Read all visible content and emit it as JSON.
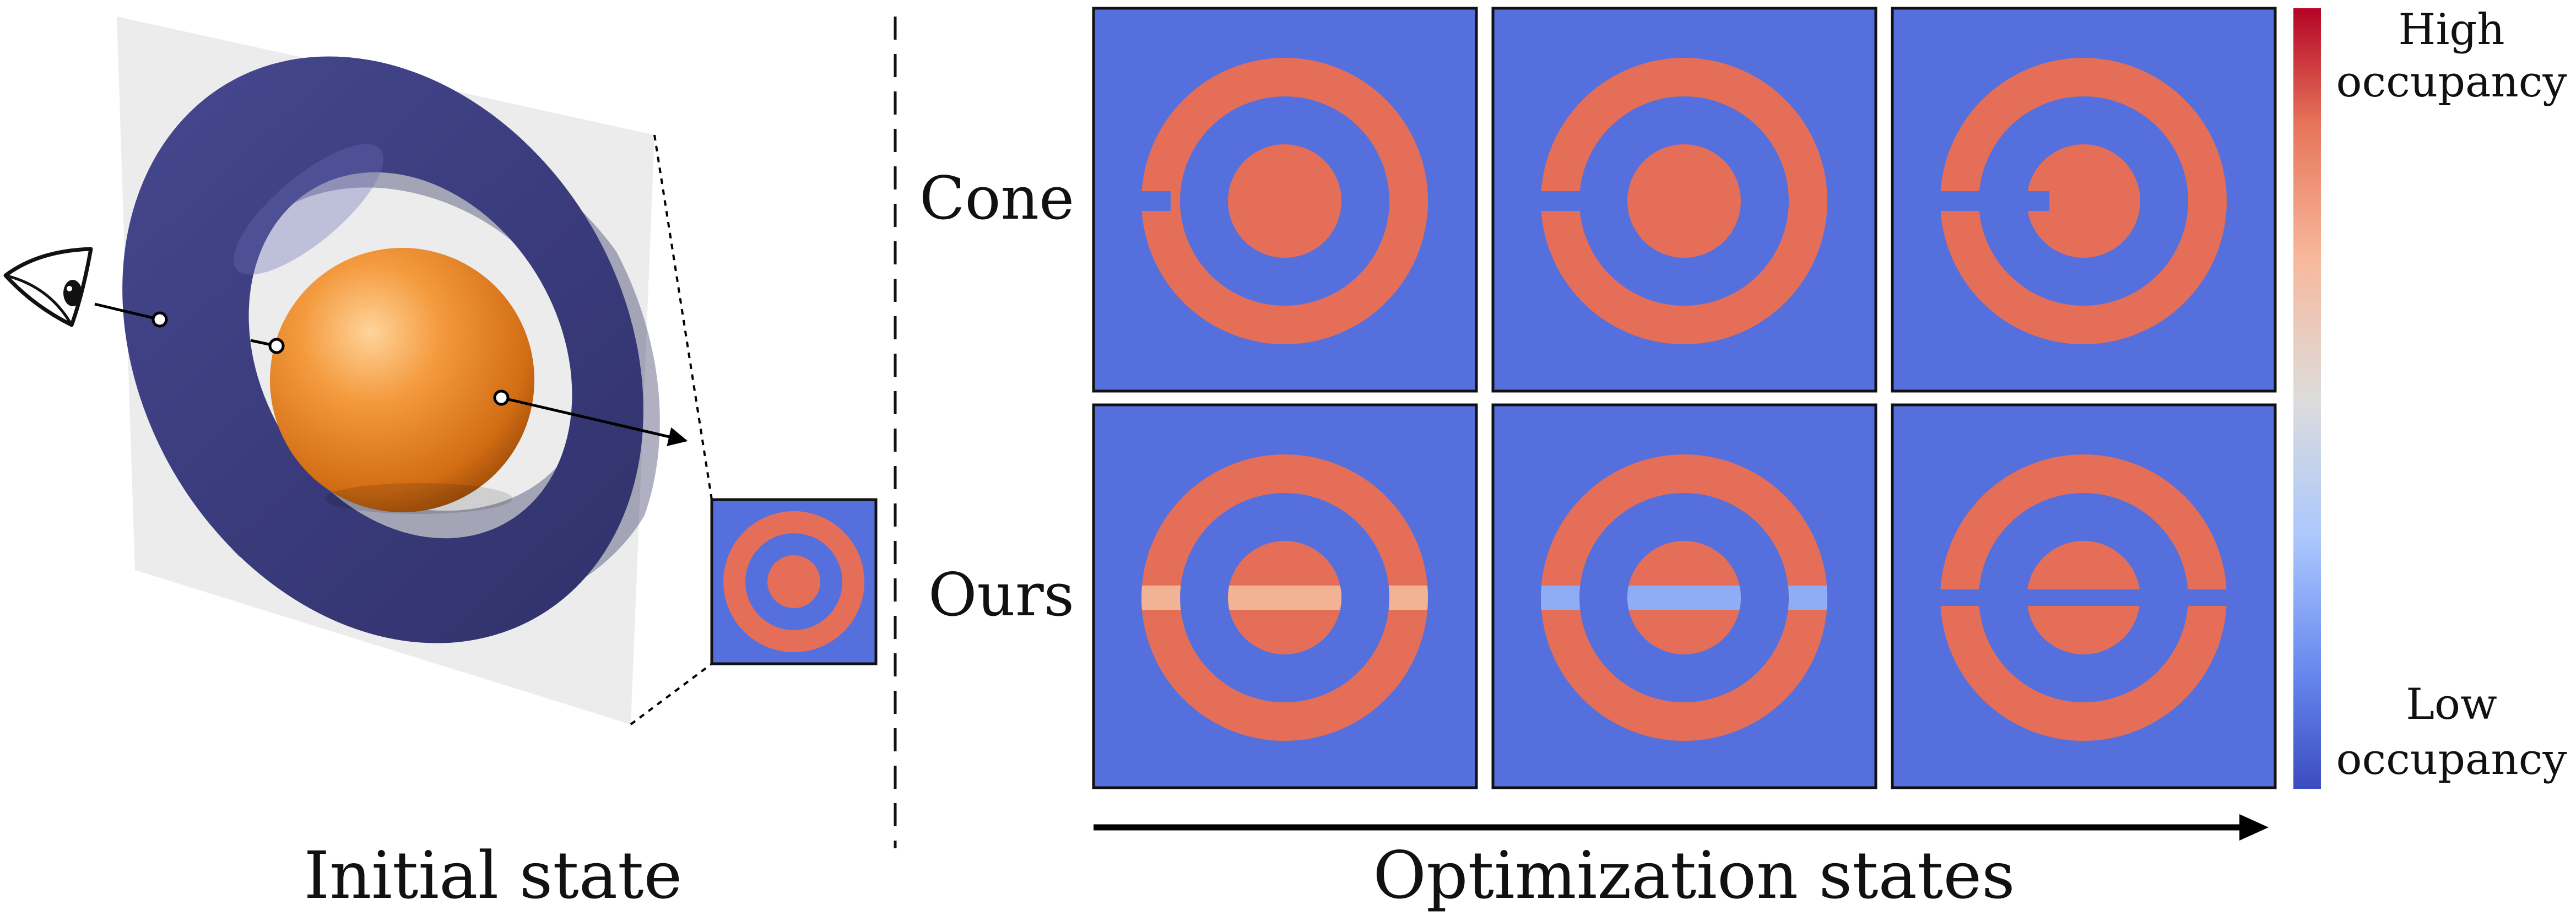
{
  "left_panel": {
    "caption": "Initial state"
  },
  "grid": {
    "row_labels": [
      "Cone",
      "Ours"
    ],
    "axis_label": "Optimization states"
  },
  "colorbar": {
    "high_label": [
      "High",
      "occupancy"
    ],
    "low_label": [
      "Low",
      "occupancy"
    ],
    "gradient_colors": [
      "#b40426",
      "#e7755a",
      "#f7b89c",
      "#dddcdc",
      "#aac7fd",
      "#6788ee",
      "#3b4cc0"
    ]
  },
  "colors": {
    "background_blue": "#5570dd",
    "occupied": "#e46e58",
    "intermediate_pink": "#f2b394",
    "intermediate_lightblue": "#8eadf4",
    "torus": "#3b3c7f",
    "sphere": "#f08a2c",
    "plane": "#ececec"
  },
  "icons": {
    "viewer": "eye-icon"
  }
}
